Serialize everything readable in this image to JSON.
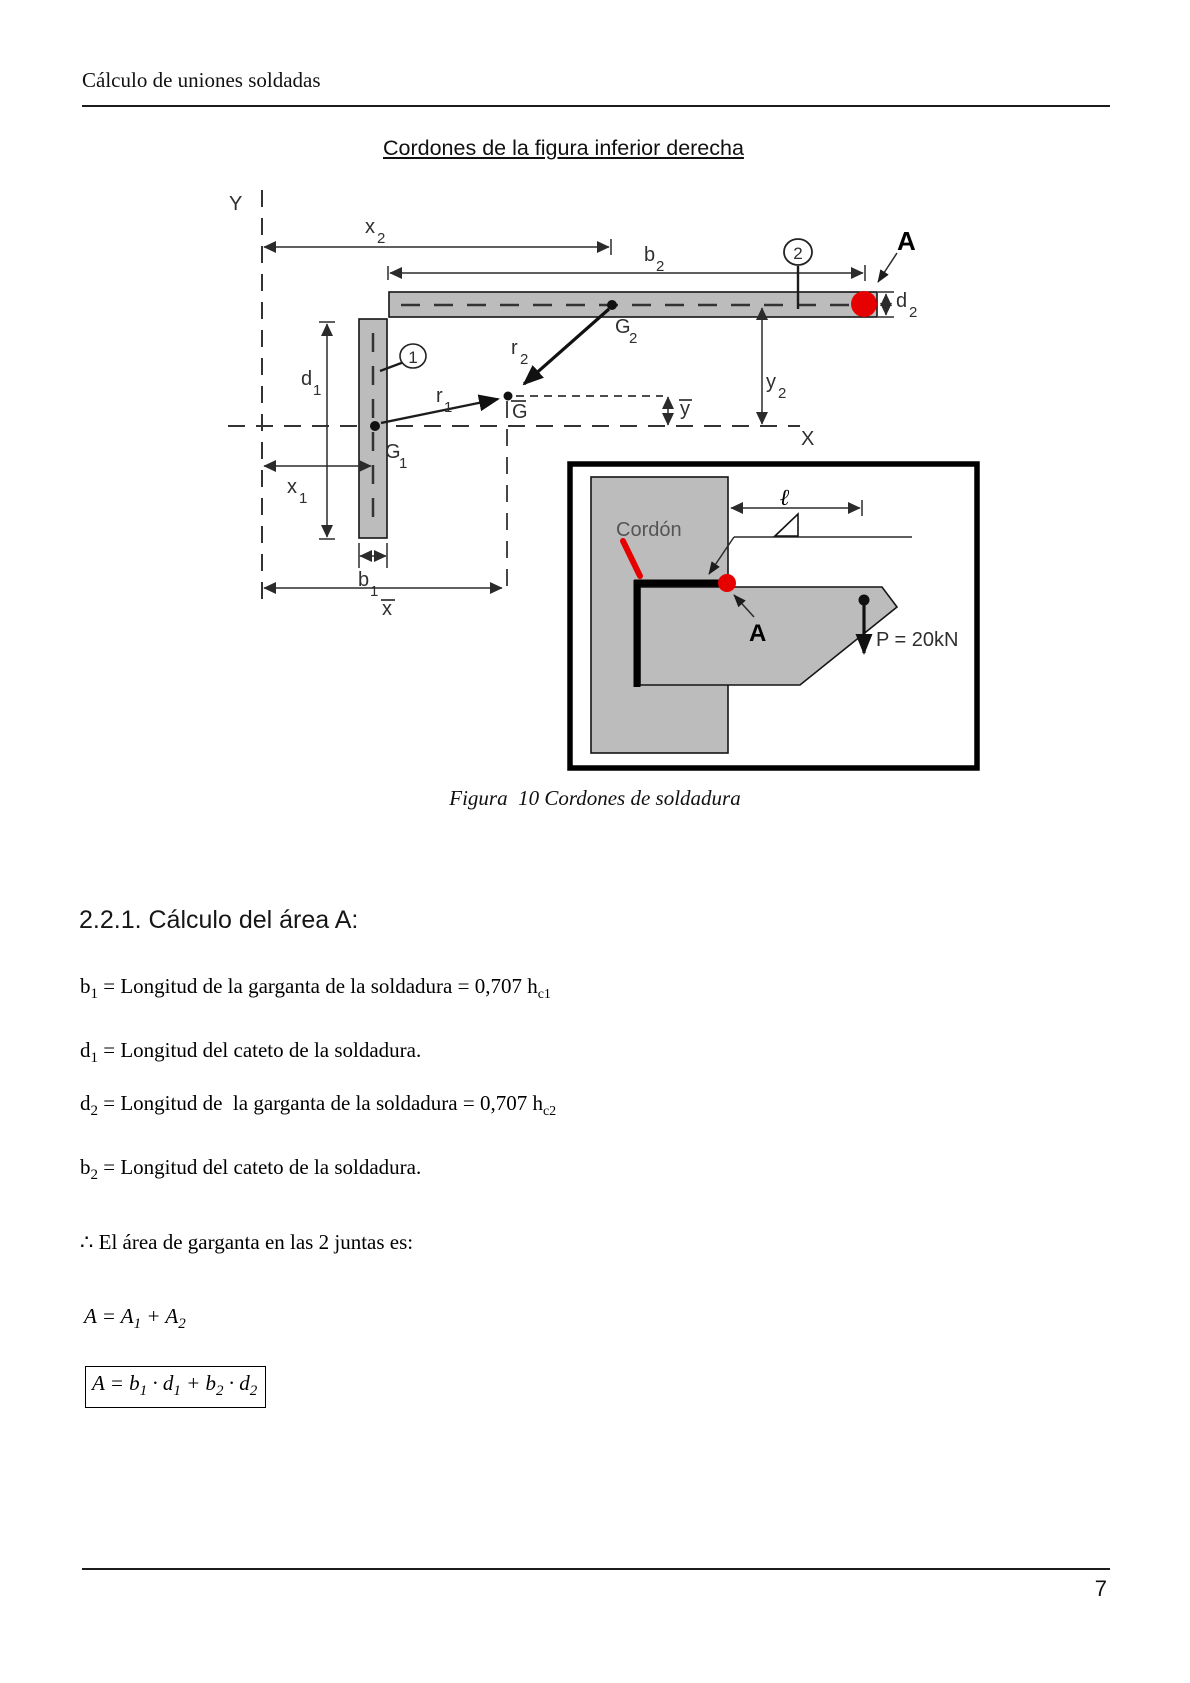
{
  "page": {
    "header_title": "Cálculo de uniones soldadas",
    "page_number": "7"
  },
  "figure": {
    "title": "Cordones de la figura inferior derecha",
    "caption": "Figura  10 Cordones de soldadura"
  },
  "colors": {
    "bar_gray": "#bcbcbc",
    "weld_red": "#e60000",
    "ink": "#000000"
  },
  "diagram": {
    "axis": {
      "y": "Y",
      "x": "X"
    },
    "labels": {
      "x2": {
        "b": "x",
        "s": "2"
      },
      "b2": {
        "b": "b",
        "s": "2"
      },
      "d2": {
        "b": "d",
        "s": "2"
      },
      "y2": {
        "b": "y",
        "s": "2"
      },
      "x1": {
        "b": "x",
        "s": "1"
      },
      "b1": {
        "b": "b",
        "s": "1"
      },
      "d1": {
        "b": "d",
        "s": "1"
      },
      "r1": {
        "b": "r",
        "s": "1"
      },
      "r2": {
        "b": "r",
        "s": "2"
      },
      "g1": {
        "b": "G",
        "s": "1"
      },
      "g2": {
        "b": "G",
        "s": "2"
      },
      "gbar": "G",
      "xbar": "x",
      "ybar": "y",
      "marker1": "1",
      "marker2": "2",
      "point_a": "A"
    },
    "inset": {
      "cordon": "Cordón",
      "length": "ℓ",
      "point_a": "A",
      "load": "P = 20kN"
    }
  },
  "section": {
    "heading": "2.2.1. Cálculo del área A:"
  },
  "definitions": {
    "b1": {
      "sym": "b",
      "sub": "1",
      "text": " = Longitud de la garganta de la soldadura = 0,707 h",
      "tail_sub": "c1"
    },
    "d1": {
      "sym": "d",
      "sub": "1",
      "text": " = Longitud del cateto de la soldadura."
    },
    "d2": {
      "sym": "d",
      "sub": "2",
      "text": " = Longitud de  la garganta de la soldadura = 0,707 h",
      "tail_sub": "c2"
    },
    "b2": {
      "sym": "b",
      "sub": "2",
      "text": " = Longitud del cateto de la soldadura."
    }
  },
  "conclusion": {
    "therefore_line": "∴ El área de garganta en las 2 juntas es:"
  },
  "formula_sum": {
    "p1": "A = A",
    "s1": "1",
    "p2": " + A",
    "s2": "2"
  },
  "formula_box": {
    "p1": "A = b",
    "s1": "1",
    "p2": " · d",
    "s2": "1",
    "p3": " + b",
    "s3": "2",
    "p4": " · d",
    "s4": "2"
  }
}
